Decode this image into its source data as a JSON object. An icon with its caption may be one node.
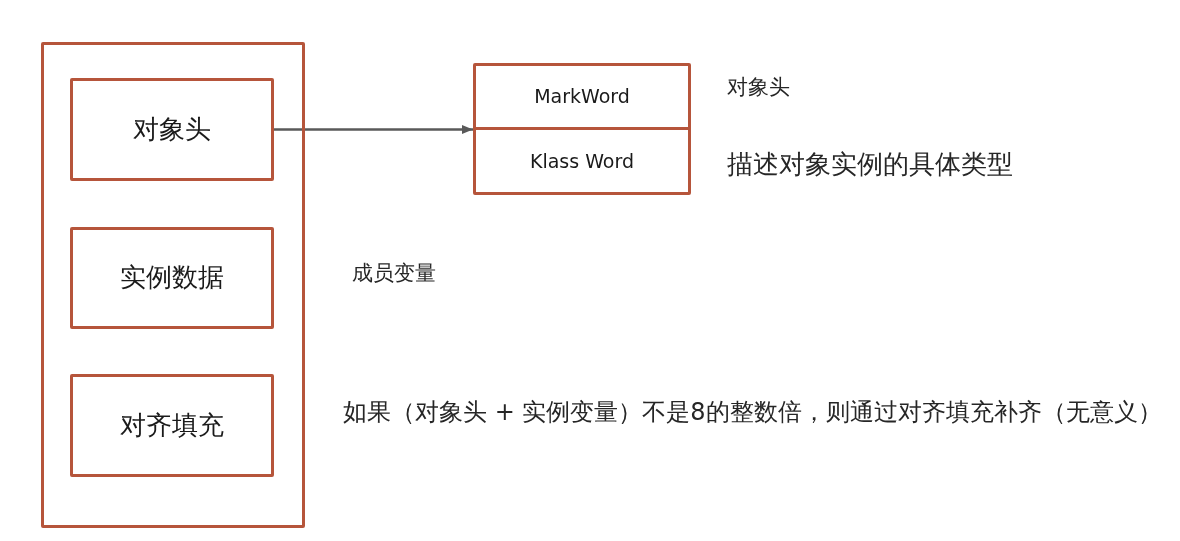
{
  "diagram": {
    "nodes": [
      {
        "text": [],
        "shape": "box"
      },
      {
        "text": [
          "对象头"
        ],
        "in": 0
      },
      {
        "text": [
          "实例数据"
        ],
        "in": 0,
        "beside": [
          "成员变量"
        ]
      },
      {
        "text": [
          "对齐填充"
        ],
        "in": 0,
        "beside": [
          "如果（对象头 + 实例变量）不是8的整数倍，则通过对齐填充补齐（无意义）"
        ]
      },
      {
        "text": [],
        "shape": "box"
      },
      {
        "text": [
          "MarkWord"
        ],
        "in": 4,
        "beside": [
          "对象头"
        ]
      },
      {
        "text": [
          "Klass Word"
        ],
        "in": 4
      }
    ],
    "edges": [
      {
        "from": 1,
        "to": 4,
        "arrow": "to"
      }
    ],
    "labels": [
      "描述对象实例的具体类型"
    ]
  }
}
